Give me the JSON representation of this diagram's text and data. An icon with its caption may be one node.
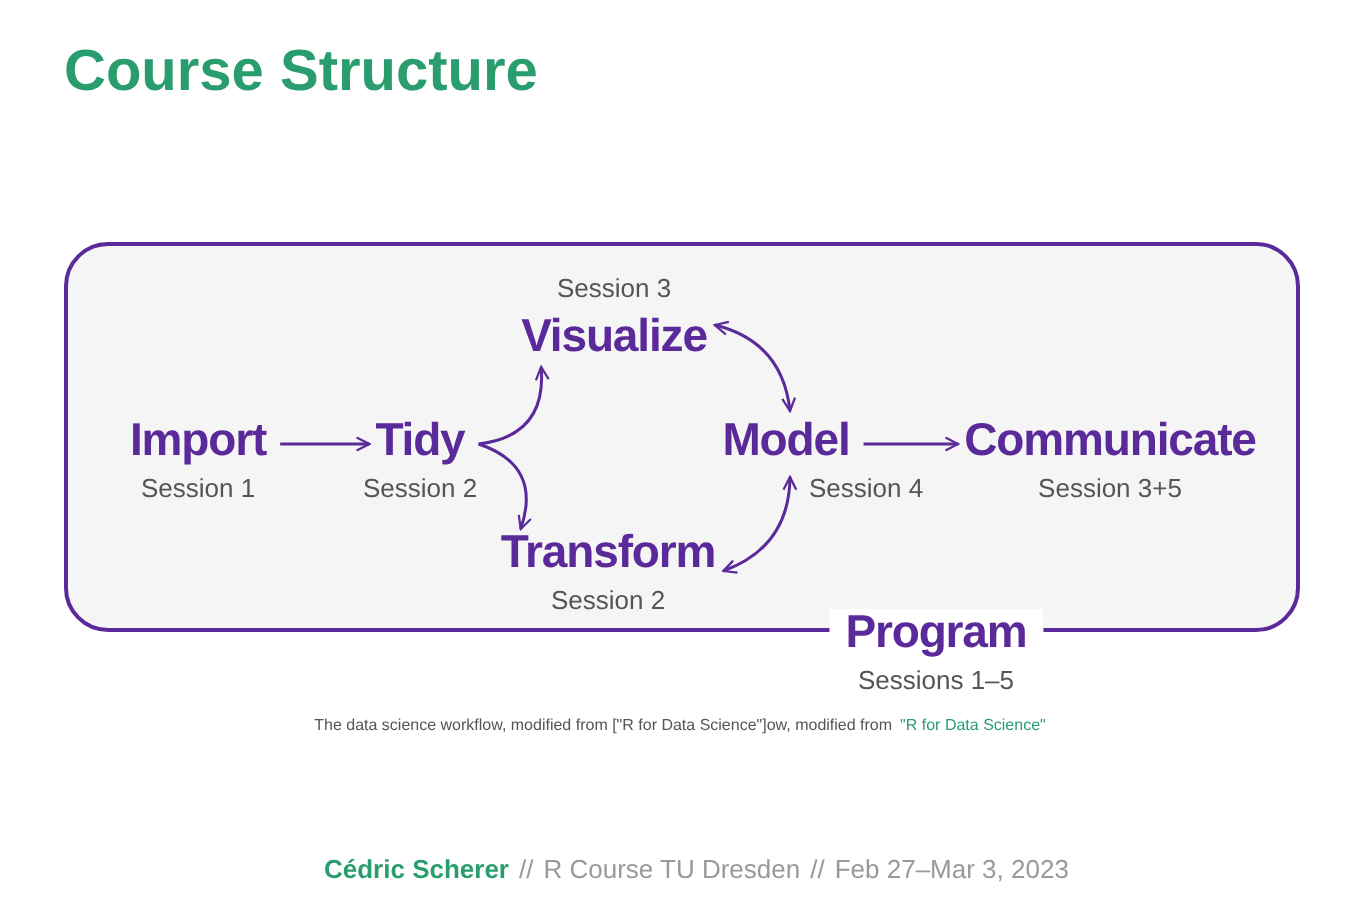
{
  "diagram": {
    "title": "Course Structure",
    "nodes": [
      {
        "text": [
          "Program"
        ],
        "beside": [
          "Sessions 1–5"
        ]
      },
      {
        "text": [
          "Import"
        ],
        "in": 0,
        "beside": [
          "Session 1"
        ]
      },
      {
        "text": [
          "Tidy"
        ],
        "in": 0,
        "beside": [
          "Session 2"
        ]
      },
      {
        "text": [
          "Visualize"
        ],
        "in": 0,
        "beside": [
          "Session 3"
        ]
      },
      {
        "text": [
          "Transform"
        ],
        "in": 0,
        "beside": [
          "Session 2"
        ]
      },
      {
        "text": [
          "Model"
        ],
        "in": 0,
        "beside": [
          "Session 4"
        ]
      },
      {
        "text": [
          "Communicate"
        ],
        "in": 0,
        "beside": [
          "Session 3+5"
        ]
      }
    ],
    "edges": [
      {
        "from": 1,
        "to": 2,
        "arrow": "to"
      },
      {
        "from": 2,
        "to": 3,
        "arrow": "to"
      },
      {
        "from": 2,
        "to": 4,
        "arrow": "to"
      },
      {
        "from": 3,
        "to": 5,
        "arrow": "both"
      },
      {
        "from": 4,
        "to": 5,
        "arrow": "both"
      },
      {
        "from": 5,
        "to": 6,
        "arrow": "to"
      }
    ],
    "labels": [
      "The data science workflow, modified from [\"R for Data Science\"]ow, modified from",
      "\"R for Data Science\"",
      "Cédric Scherer",
      "//",
      "R Course TU Dresden",
      "//",
      "Feb 27–Mar 3, 2023"
    ]
  }
}
